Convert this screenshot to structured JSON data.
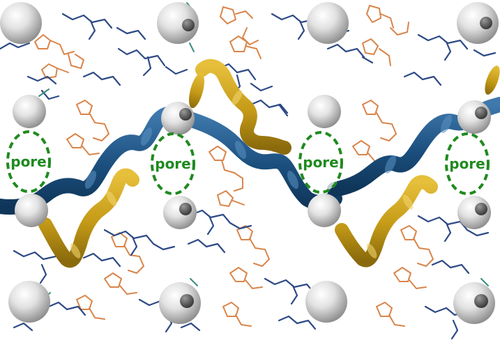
{
  "scene": {
    "pores": [
      {
        "label": "pore"
      },
      {
        "label": "pore"
      },
      {
        "label": "pore"
      },
      {
        "label": "pore"
      }
    ]
  },
  "colors": {
    "background": "#ffffff",
    "navy_helix": "#1b4f7e",
    "gold_helix": "#c49a17",
    "navy_stick": "#2e4a86",
    "orange_stick": "#d9854a",
    "teal_stick": "#3a8c82",
    "pore_outline": "#1f8a1f",
    "pore_text": "#1f8a1f",
    "sphere_light": "#f4f4f4",
    "sphere_mid": "#b8b8b8",
    "sphere_dark": "#555555"
  },
  "icons": {
    "pore_marker": "dashed-ellipse",
    "ion": "shaded-sphere"
  }
}
